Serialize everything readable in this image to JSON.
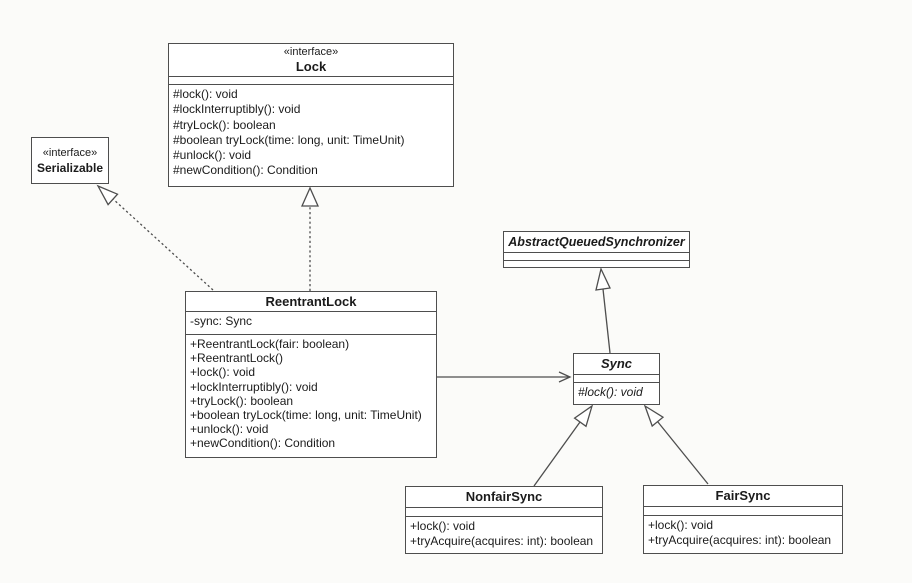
{
  "colors": {
    "background": "#fbfbf9",
    "box_fill": "#ffffff",
    "border": "#4e4e4e",
    "text": "#1b1b1b"
  },
  "classes": {
    "lock": {
      "stereotype": "«interface»",
      "name": "Lock",
      "methods": [
        "#lock(): void",
        "#lockInterruptibly(): void",
        "#tryLock(): boolean",
        "#boolean tryLock(time: long, unit: TimeUnit)",
        "#unlock(): void",
        "#newCondition(): Condition"
      ]
    },
    "serializable": {
      "stereotype": "«interface»",
      "name": "Serializable"
    },
    "reentrant_lock": {
      "name": "ReentrantLock",
      "attributes": [
        "-sync: Sync"
      ],
      "methods": [
        "+ReentrantLock(fair: boolean)",
        "+ReentrantLock()",
        "+lock(): void",
        "+lockInterruptibly(): void",
        "+tryLock(): boolean",
        "+boolean tryLock(time: long, unit: TimeUnit)",
        "+unlock(): void",
        "+newCondition(): Condition"
      ]
    },
    "abstract_queued_synchronizer": {
      "name": "AbstractQueuedSynchronizer"
    },
    "sync": {
      "name": "Sync",
      "methods": [
        "#lock(): void"
      ]
    },
    "nonfair_sync": {
      "name": "NonfairSync",
      "methods": [
        "+lock(): void",
        "+tryAcquire(acquires: int): boolean"
      ]
    },
    "fair_sync": {
      "name": "FairSync",
      "methods": [
        "+lock(): void",
        "+tryAcquire(acquires: int): boolean"
      ]
    }
  },
  "relationships": [
    {
      "from": "ReentrantLock",
      "to": "Lock",
      "type": "realization"
    },
    {
      "from": "ReentrantLock",
      "to": "Serializable",
      "type": "realization"
    },
    {
      "from": "Sync",
      "to": "AbstractQueuedSynchronizer",
      "type": "generalization"
    },
    {
      "from": "NonfairSync",
      "to": "Sync",
      "type": "generalization"
    },
    {
      "from": "FairSync",
      "to": "Sync",
      "type": "generalization"
    },
    {
      "from": "ReentrantLock",
      "to": "Sync",
      "type": "directed-association"
    }
  ]
}
